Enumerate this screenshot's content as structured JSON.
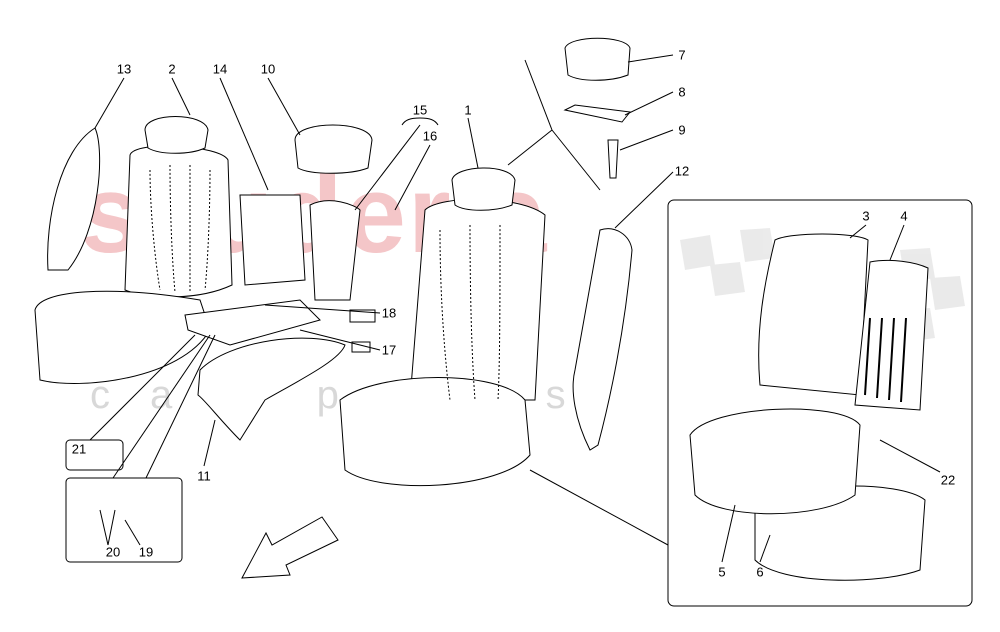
{
  "watermark": {
    "brand": "scuderia",
    "sub": "car parts",
    "brand_color": "#f4c6c8",
    "sub_color": "#d8d8d8"
  },
  "callouts": [
    {
      "id": "13",
      "label": "13"
    },
    {
      "id": "2",
      "label": "2"
    },
    {
      "id": "14",
      "label": "14"
    },
    {
      "id": "10",
      "label": "10"
    },
    {
      "id": "15",
      "label": "15"
    },
    {
      "id": "16",
      "label": "16"
    },
    {
      "id": "1",
      "label": "1"
    },
    {
      "id": "7",
      "label": "7"
    },
    {
      "id": "8",
      "label": "8"
    },
    {
      "id": "9",
      "label": "9"
    },
    {
      "id": "12",
      "label": "12"
    },
    {
      "id": "3",
      "label": "3"
    },
    {
      "id": "4",
      "label": "4"
    },
    {
      "id": "18",
      "label": "18"
    },
    {
      "id": "17",
      "label": "17"
    },
    {
      "id": "21",
      "label": "21"
    },
    {
      "id": "11",
      "label": "11"
    },
    {
      "id": "20",
      "label": "20"
    },
    {
      "id": "19",
      "label": "19"
    },
    {
      "id": "22",
      "label": "22"
    },
    {
      "id": "5",
      "label": "5"
    },
    {
      "id": "6",
      "label": "6"
    }
  ],
  "colors": {
    "line": "#000000",
    "fill": "#ffffff"
  },
  "icons": {
    "direction_arrow": "arrow-down-left-icon"
  }
}
